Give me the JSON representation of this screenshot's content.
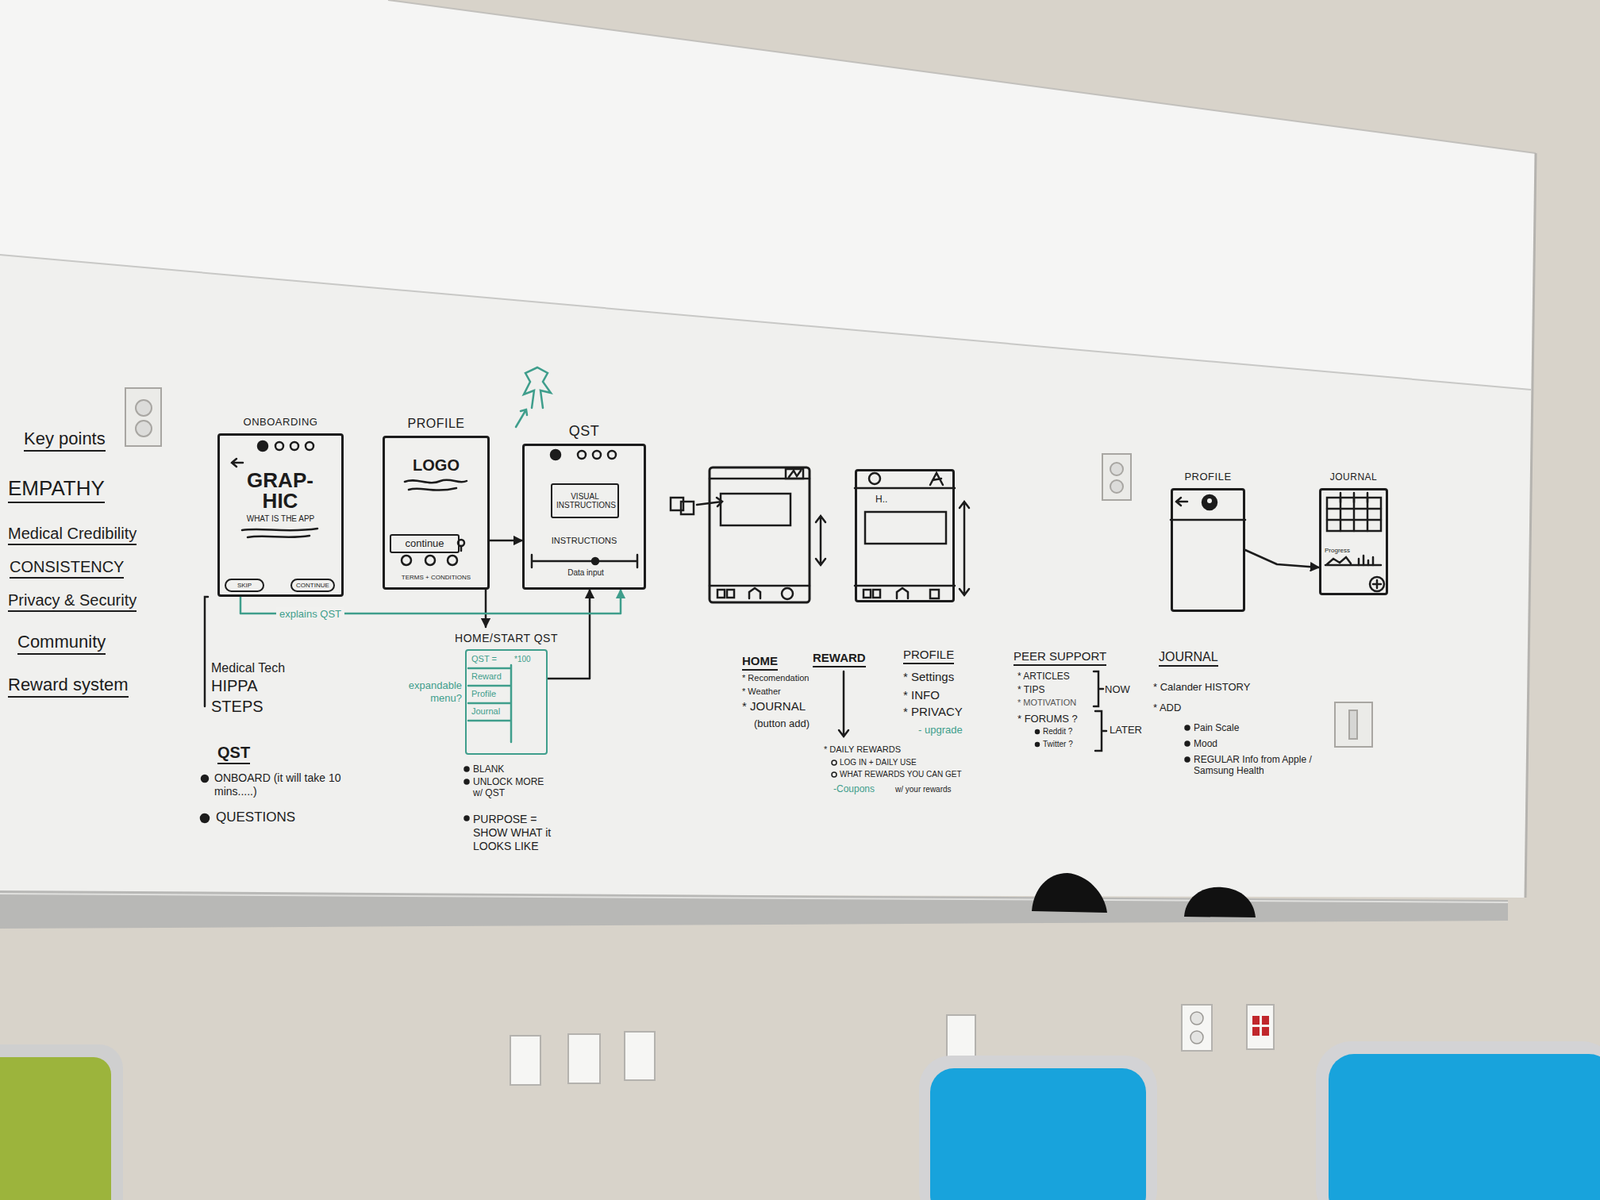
{
  "diagram": {
    "nodes": [
      {
        "text": [
          "ONBOARDING",
          "GRAP- HIC",
          "WHAT IS THE APP"
        ]
      },
      {
        "text": [
          "SKIP"
        ],
        "in": 0
      },
      {
        "text": [
          "CONTINUE"
        ],
        "in": 0
      },
      {
        "text": [
          "PROFILE",
          "LOGO",
          "TERMS + CONDITIONS"
        ]
      },
      {
        "text": [
          "continue"
        ],
        "in": 3
      },
      {
        "text": [
          "QST",
          "INSTRUCTIONS",
          "Data input"
        ]
      },
      {
        "text": [
          "VISUAL INSTRUCTIONS"
        ],
        "in": 5
      },
      {
        "text": [
          "H.."
        ]
      },
      {
        "text": [
          "PROFILE"
        ]
      },
      {
        "text": [
          "JOURNAL",
          "Progress"
        ]
      },
      {
        "text": [
          "HOME/START QST",
          "QST =",
          "*100",
          "Reward",
          "Profile",
          "Journal"
        ]
      }
    ],
    "edges": [
      {
        "from": 3,
        "to": 5,
        "arrow": "to"
      },
      {
        "from": 3,
        "to": 10,
        "arrow": "to"
      },
      {
        "from": 10,
        "to": 5,
        "arrow": "to"
      },
      {
        "from": 0,
        "to": 5,
        "label": "explains QST",
        "arrow": "to"
      },
      {
        "from": 8,
        "to": 9,
        "arrow": "to"
      }
    ],
    "labels": [
      "Key points",
      "EMPATHY",
      "Medical Credibility",
      "CONSISTENCY",
      "Privacy & Security",
      "Community",
      "Reward system",
      "Medical Tech",
      "HIPPA",
      "STEPS",
      "QST",
      "ONBOARD (it will take 10 mins.....)",
      "QUESTIONS",
      "expandable menu?",
      "BLANK",
      "UNLOCK MORE w/ QST",
      "PURPOSE = SHOW WHAT it LOOKS LIKE",
      "HOME",
      "* Recomendation",
      "* Weather",
      "* JOURNAL",
      "(button add)",
      "REWARD",
      "* DAILY REWARDS",
      "LOG IN + DAILY USE",
      "WHAT REWARDS YOU CAN GET",
      "-Coupons",
      "w/ your rewards",
      "PROFILE",
      "* Settings",
      "* INFO",
      "* PRIVACY",
      "- upgrade",
      "PEER SUPPORT",
      "* ARTICLES",
      "* TIPS",
      "* MOTIVATION",
      "NOW",
      "* FORUMS ?",
      "Reddit ?",
      "Twitter ?",
      "LATER",
      "JOURNAL",
      "* Calander HISTORY",
      "* ADD",
      "Pain Scale",
      "Mood",
      "REGULAR Info from Apple / Samsung Health"
    ]
  }
}
